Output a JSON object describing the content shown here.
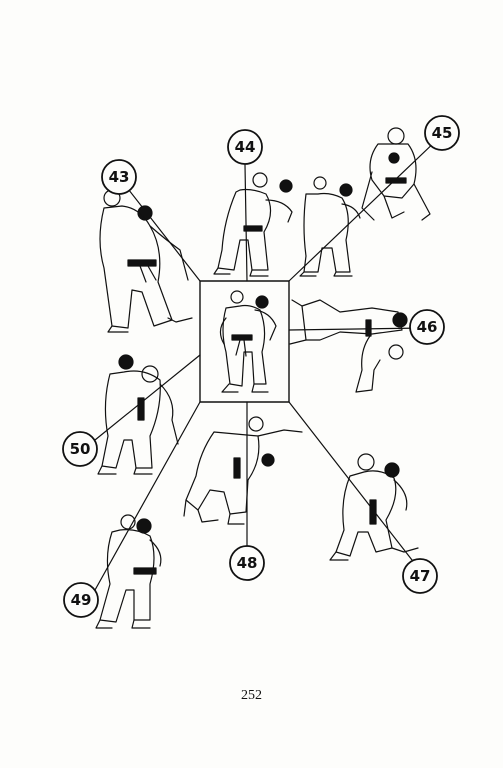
{
  "page_number": "252",
  "ink_color": "#111111",
  "paper_color": "#fdfdfb",
  "figures": [
    {
      "id": "center",
      "label": "",
      "belt": "black"
    },
    {
      "id": "43",
      "label": "43",
      "belt": "black"
    },
    {
      "id": "44",
      "label": "44",
      "belt": "black"
    },
    {
      "id": "45",
      "label": "45",
      "belt": "black"
    },
    {
      "id": "46",
      "label": "46",
      "belt": "black"
    },
    {
      "id": "47",
      "label": "47",
      "belt": "black"
    },
    {
      "id": "48",
      "label": "48",
      "belt": "black"
    },
    {
      "id": "49",
      "label": "49",
      "belt": "black"
    },
    {
      "id": "50",
      "label": "50",
      "belt": "black"
    }
  ]
}
